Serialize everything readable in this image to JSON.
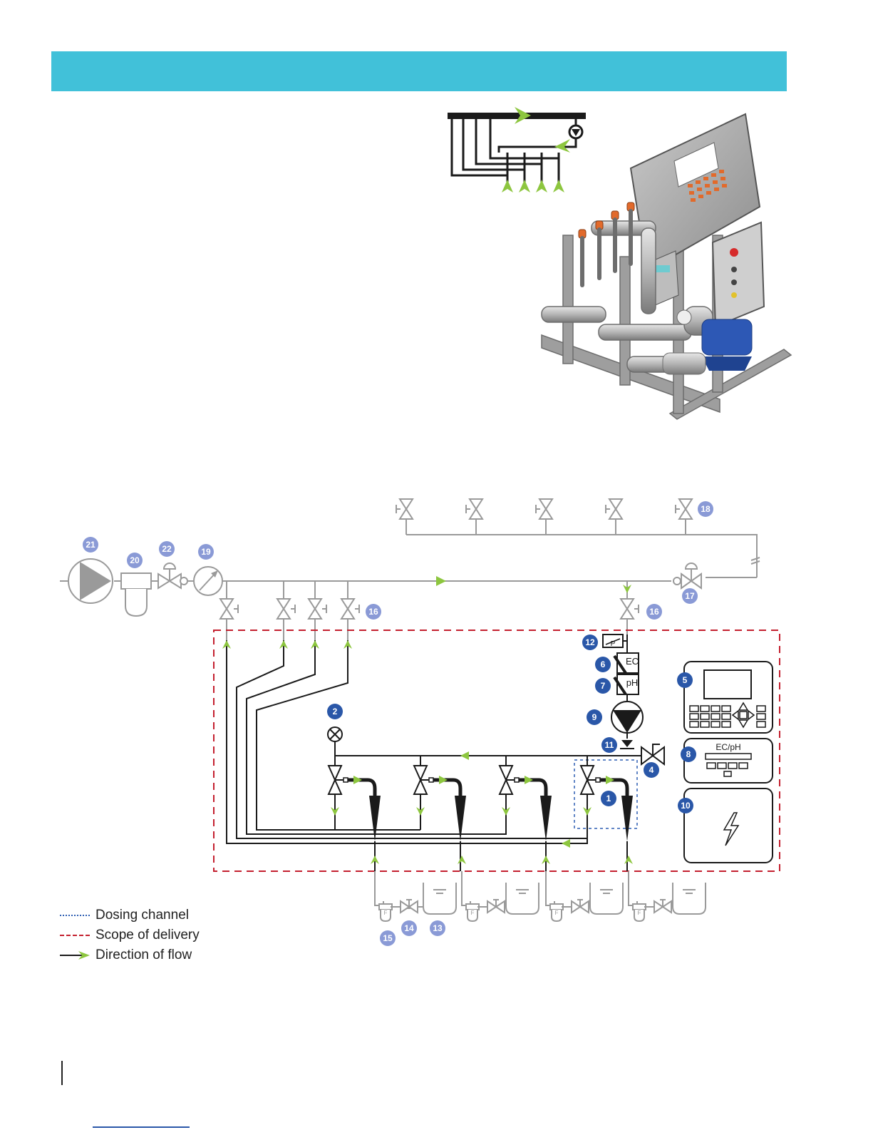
{
  "colors": {
    "header": "#41c1d9",
    "pipe_gray": "#9a9a9a",
    "pipe_black": "#1a1a1a",
    "flow_green": "#8dc63f",
    "badge_dark": "#2a57a8",
    "badge_light": "#8a9ad6",
    "scope_red": "#c4202f",
    "dosing_blue": "#2f5fb3",
    "footer_link": "#2a57a8"
  },
  "icons": [
    "pump-icon",
    "filter-icon",
    "valve-icon",
    "manometer-icon",
    "pressure-sensor-icon",
    "lightning-icon",
    "controller-icon"
  ],
  "badges": {
    "dosing_channel": "1",
    "mixing_valve": "2",
    "drain_valve": "4",
    "controller": "5",
    "ec_sensor": "6",
    "ph_sensor": "7",
    "ec_ph_module": "8",
    "dosing_pump": "9",
    "power_supply": "10",
    "check_valve": "11",
    "pressure_sensor": "12",
    "tank": "13",
    "tank_valve": "14",
    "tank_filter": "15",
    "inlet_valves": "16",
    "return_valve": "17",
    "outlet_valves": "18",
    "manometer": "19",
    "main_filter": "20",
    "main_pump": "21",
    "pressure_reducer": "22"
  },
  "diagram_labels": {
    "ec": "EC",
    "ph": "pH",
    "ec_ph_module": "EC/pH",
    "pressure": "P",
    "filter": "F"
  },
  "legend": [
    {
      "key": "dosing",
      "label": "Dosing channel"
    },
    {
      "key": "scope",
      "label": "Scope of delivery"
    },
    {
      "key": "flow",
      "label": "Direction of flow"
    }
  ]
}
